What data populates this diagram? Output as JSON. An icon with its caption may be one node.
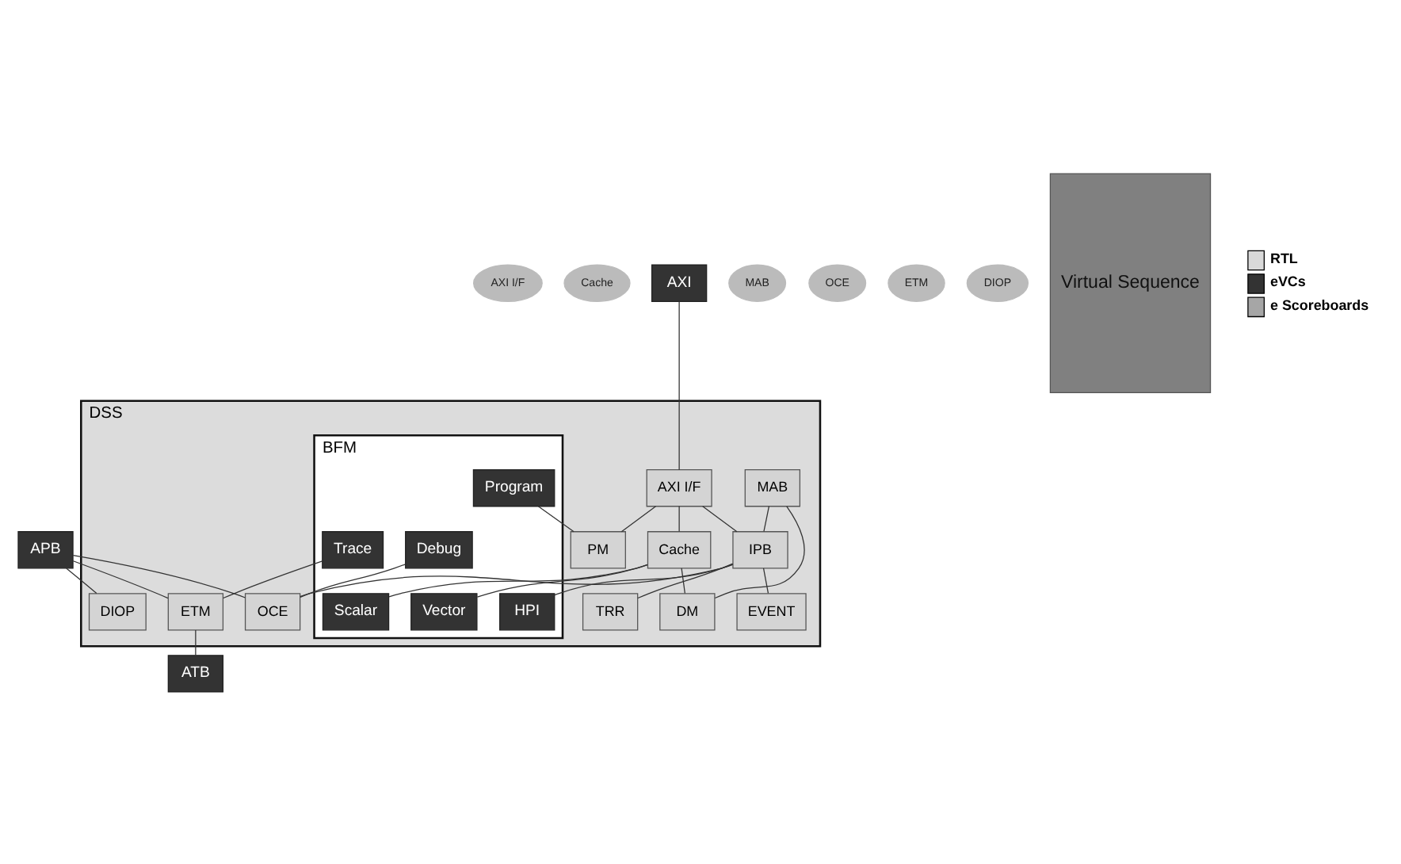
{
  "diagram": {
    "nodes": [
      {
        "text": [
          "AXI I/F"
        ]
      },
      {
        "text": [
          "Cache"
        ]
      },
      {
        "text": [
          "DSS"
        ]
      },
      {
        "text": [
          "AXI"
        ]
      },
      {
        "text": [
          "AXI I/F"
        ],
        "in": 2
      },
      {
        "text": [
          "Cache"
        ],
        "in": 2
      },
      {
        "text": [
          "PM"
        ],
        "in": 2
      },
      {
        "text": [
          "DM"
        ],
        "in": 2
      },
      {
        "text": [
          "BFM"
        ],
        "in": 2
      },
      {
        "text": [
          "HPI"
        ],
        "in": 8
      },
      {
        "text": [
          "Vector"
        ],
        "in": 8
      },
      {
        "text": [
          "Scalar"
        ],
        "in": 8
      },
      {
        "text": [
          "Program"
        ],
        "in": 8
      },
      {
        "text": [
          "Debug"
        ],
        "in": 8
      },
      {
        "text": [
          "Trace"
        ],
        "in": 8
      },
      {
        "text": [
          "MAB"
        ]
      },
      {
        "text": [
          "MAB"
        ],
        "in": 2
      },
      {
        "text": [
          "IPB"
        ],
        "in": 2
      },
      {
        "text": [
          "OCE"
        ],
        "in": 2
      },
      {
        "text": [
          "DIOP"
        ],
        "in": 2
      },
      {
        "text": [
          "ETM"
        ],
        "in": 2
      },
      {
        "text": [
          "TRR"
        ],
        "in": 2
      },
      {
        "text": [
          "EVENT"
        ],
        "in": 2
      },
      {
        "text": [
          "APB"
        ]
      },
      {
        "text": [
          "OCE"
        ]
      },
      {
        "text": [
          "ETM"
        ]
      },
      {
        "text": [
          "DIOP"
        ]
      },
      {
        "text": [
          "ATB"
        ]
      },
      {
        "text": [
          "Virtual Sequence"
        ]
      }
    ],
    "edges": [
      {
        "from": 3,
        "to": 4,
        "arrow": "none"
      },
      {
        "from": 4,
        "to": 5,
        "arrow": "none"
      },
      {
        "from": 5,
        "to": 7,
        "arrow": "none"
      },
      {
        "from": 4,
        "to": 6,
        "arrow": "none"
      },
      {
        "from": 12,
        "to": 6,
        "arrow": "none"
      },
      {
        "from": 16,
        "to": 7,
        "arrow": "none"
      },
      {
        "from": 5,
        "to": 10,
        "arrow": "none"
      },
      {
        "from": 5,
        "to": 11,
        "arrow": "none"
      },
      {
        "from": 4,
        "to": 17,
        "arrow": "none"
      },
      {
        "from": 16,
        "to": 17,
        "arrow": "none"
      },
      {
        "from": 17,
        "to": 9,
        "arrow": "none"
      },
      {
        "from": 17,
        "to": 21,
        "arrow": "none"
      },
      {
        "from": 17,
        "to": 22,
        "arrow": "none"
      },
      {
        "from": 17,
        "to": 18,
        "arrow": "none"
      },
      {
        "from": 13,
        "to": 18,
        "arrow": "none"
      },
      {
        "from": 14,
        "to": 20,
        "arrow": "none"
      },
      {
        "from": 23,
        "to": 18,
        "arrow": "none"
      },
      {
        "from": 23,
        "to": 19,
        "arrow": "none"
      },
      {
        "from": 23,
        "to": 20,
        "arrow": "none"
      },
      {
        "from": 20,
        "to": 27,
        "arrow": "none"
      }
    ],
    "legend": [
      {
        "text": "RTL",
        "color": "#d9d9d9"
      },
      {
        "text": "eVCs",
        "color": "#333333"
      },
      {
        "text": "e Scoreboards",
        "color": "#a6a6a6"
      }
    ]
  }
}
